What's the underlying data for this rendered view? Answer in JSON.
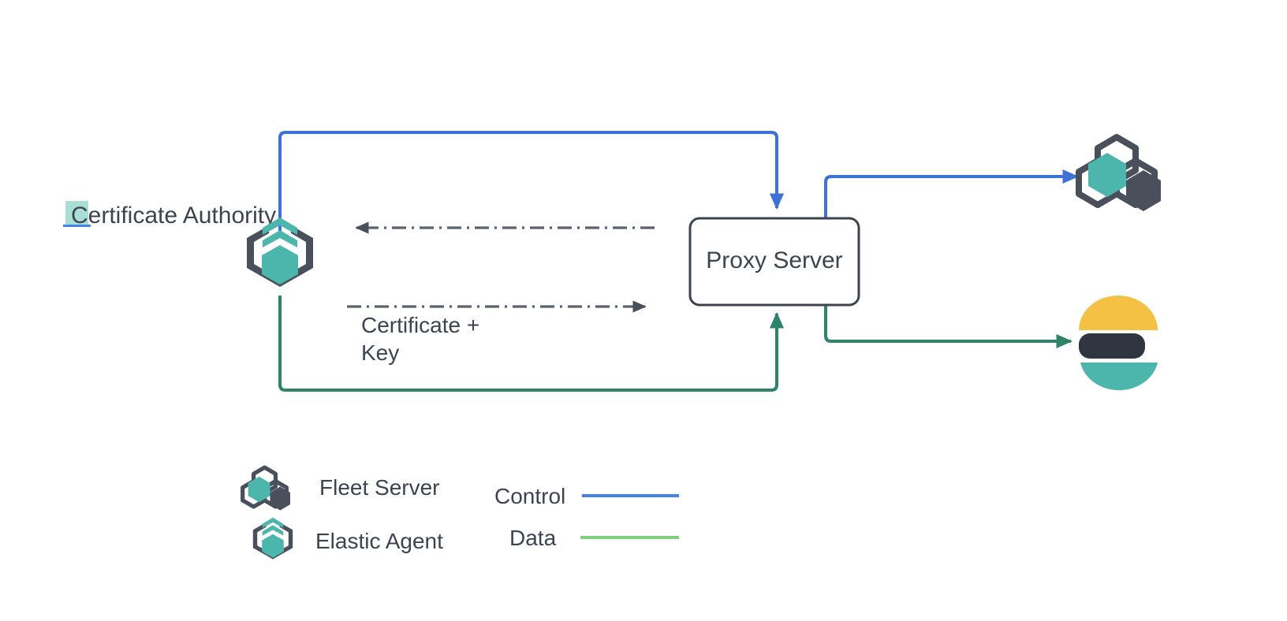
{
  "diagram": {
    "title": "Elastic Agent certificate flow through a proxy server",
    "background": "#ffffff",
    "nodes": {
      "certificate_authority": {
        "label": "Certificate Authority",
        "icon": "elastic-agent-icon",
        "selection_highlight": true
      },
      "proxy_server": {
        "label": "Proxy Server",
        "shape": "rounded-rect",
        "border_color": "#3d4451",
        "fill": "#ffffff"
      },
      "fleet_server": {
        "label": "",
        "icon": "fleet-server-icon"
      },
      "elasticsearch": {
        "label": "",
        "icon": "elasticsearch-icon"
      }
    },
    "edges": {
      "cert_to_proxy_response": {
        "label": "",
        "style": "dash-dot",
        "color": "#5a6270",
        "direction": "left"
      },
      "cert_to_proxy_request": {
        "label_line1": "Certificate +",
        "label_line2": "Key",
        "style": "dash-dot",
        "color": "#5a6270",
        "direction": "right"
      },
      "control_top": {
        "style": "solid",
        "color": "#3d72d8"
      },
      "data_bottom": {
        "style": "solid",
        "color": "#2e8468"
      }
    }
  },
  "legend": {
    "icons": [
      {
        "name": "fleet-server-icon",
        "label": "Fleet Server"
      },
      {
        "name": "elastic-agent-icon",
        "label": "Elastic Agent"
      }
    ],
    "lines": [
      {
        "name": "control-line",
        "label": "Control",
        "color": "#4285e8"
      },
      {
        "name": "data-line",
        "label": "Data",
        "color": "#7ed07e"
      }
    ]
  },
  "colors": {
    "teal": "#4db6ac",
    "dark_slate": "#4a4f5c",
    "blue": "#3d72d8",
    "green": "#2e8468",
    "legend_green": "#7ed07e",
    "text": "#3d4451",
    "yellow": "#f4c145",
    "es_teal": "#4db6ac",
    "es_dark": "#2f3640",
    "selection_highlight": "#a9ded4"
  }
}
